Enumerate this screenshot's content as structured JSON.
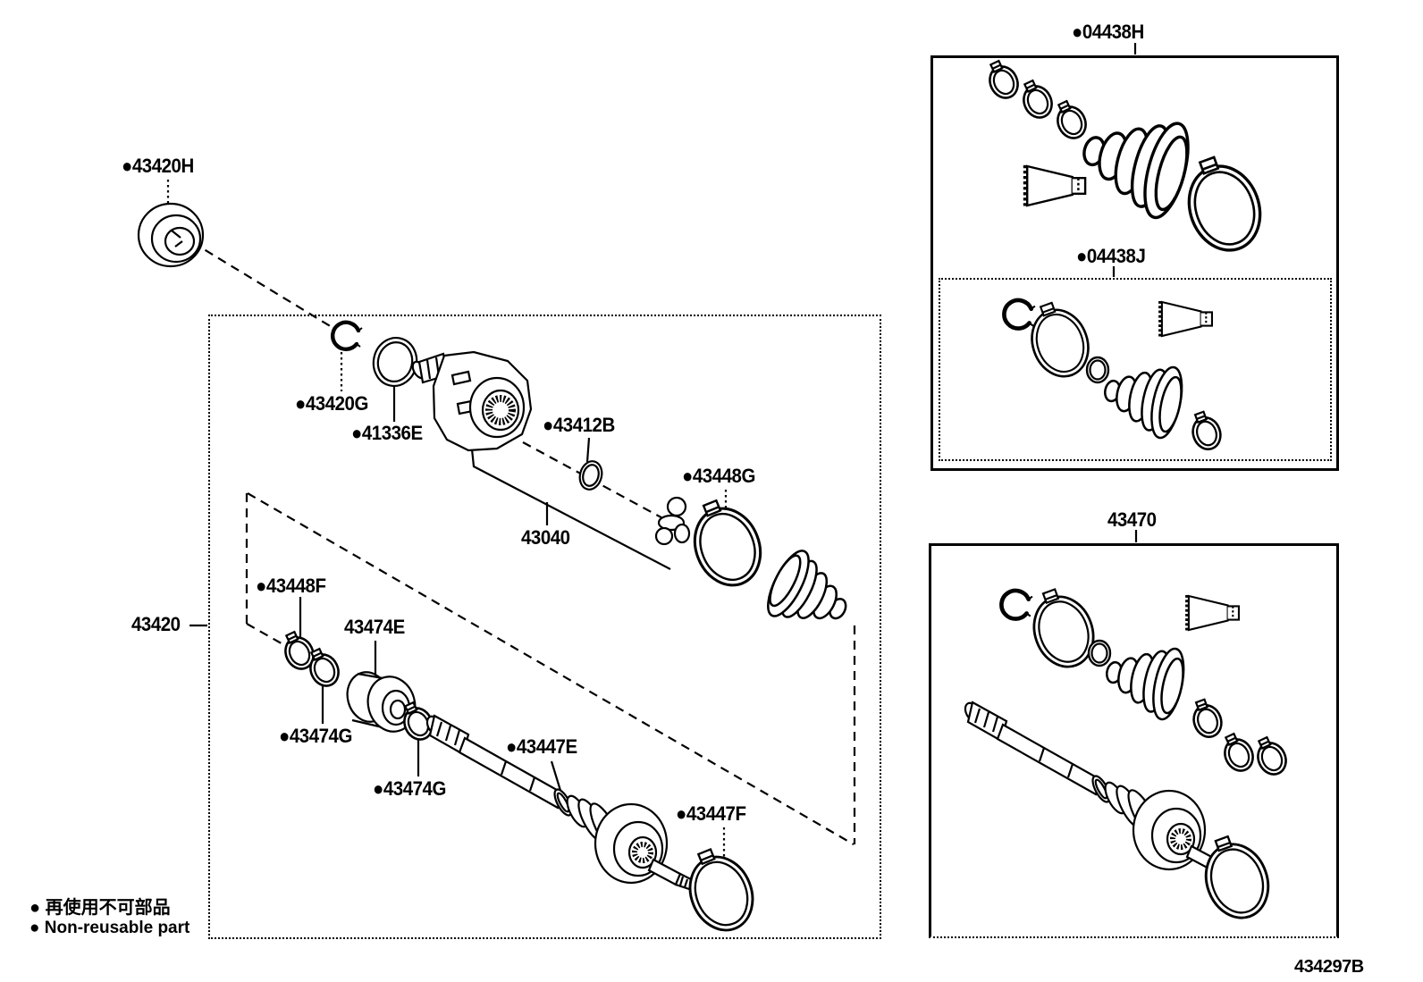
{
  "page": {
    "background": "#ffffff",
    "ink": "#000000"
  },
  "doc_number": "434297B",
  "legend": {
    "jp": "● 再使用不可部品",
    "en": "● Non-reusable part"
  },
  "boxes": {
    "main": {
      "label": "43420"
    },
    "boot_kit_outer": {
      "label": "●04438H"
    },
    "boot_kit_inner": {
      "label": "●04438J"
    },
    "shaft_kit": {
      "label": "43470"
    }
  },
  "labels": {
    "p43420H": "●43420H",
    "p43420G": "●43420G",
    "p41336E": "●41336E",
    "p43412B": "●43412B",
    "p43040": "43040",
    "p43448G": "●43448G",
    "p43448F": "●43448F",
    "p43474E": "43474E",
    "p43474G_a": "●43474G",
    "p43474G_b": "●43474G",
    "p43447E": "●43447E",
    "p43447F": "●43447F"
  }
}
